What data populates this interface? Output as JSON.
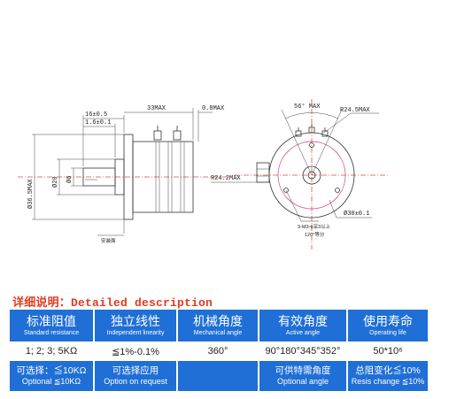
{
  "drawing": {
    "dim_16_05": "16±0.5",
    "dim_16_01": "1.6±0.1",
    "dim_33max": "33MAX",
    "dim_08max": "0.8MAX",
    "dim_365max": "Ø36.5MAX",
    "dim_20": "Ø20",
    "dim_6": "Ø6",
    "label_mount": "安装面",
    "dim_56max": "56° MAX",
    "dim_r245max": "R24.5MAX",
    "dim_r242max": "R24.2MAX",
    "dim_30": "Ø30±0.1",
    "note_screw": "3-M3-6深3以上",
    "note_angle": "120°等分"
  },
  "heading": {
    "zh": "详细说明：",
    "en": "Detailed description"
  },
  "spec": {
    "headers": [
      {
        "zh": "标准阻值",
        "en": "Standard resistance"
      },
      {
        "zh": "独立线性",
        "en": "Independent linearity"
      },
      {
        "zh": "机械角度",
        "en": "Mechanical angle"
      },
      {
        "zh": "有效角度",
        "en": "Active angle"
      },
      {
        "zh": "使用寿命",
        "en": "Operating life"
      }
    ],
    "values": [
      "1; 2; 3; 5KΩ",
      "≦1%-0.1%",
      "360°",
      "90°180°345°352°",
      "50*10⁶"
    ],
    "options": [
      {
        "zh": "可选择：≦10KΩ",
        "en": "Optional ≦10KΩ"
      },
      {
        "zh": "可选择应用",
        "en": "Option on request"
      },
      {
        "zh": "",
        "en": ""
      },
      {
        "zh": "可供特需角度",
        "en": "Optional angle"
      },
      {
        "zh": "总阻变化≦10%",
        "en": "Resis change ≦10%"
      }
    ]
  }
}
